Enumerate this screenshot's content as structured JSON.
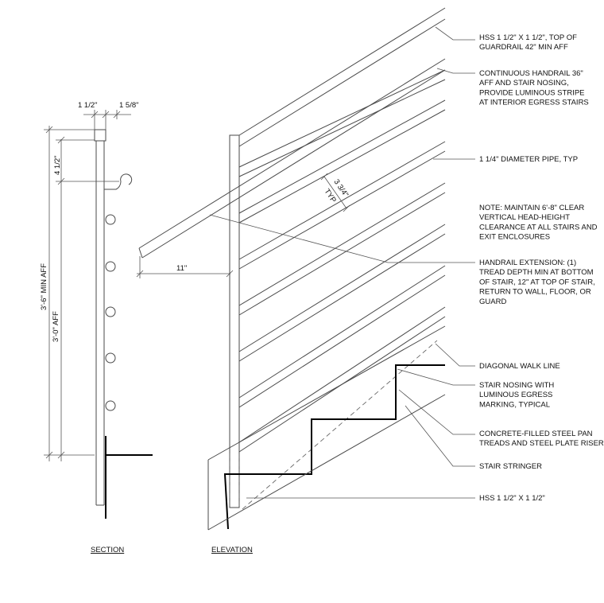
{
  "section_label": "SECTION",
  "elevation_label": "ELEVATION",
  "section_dims": {
    "post_width": "1 1/2\"",
    "rail_offset": "1 5/8\"",
    "top_gap": "4 1/2\"",
    "guard_height": "3'-6\" MIN AFF",
    "handrail_height": "3'-0\" AFF"
  },
  "elevation_dims": {
    "extension": "11\"",
    "pipe_spacing": "3 3/4\"",
    "pipe_spacing_note": "TYP"
  },
  "notes": [
    {
      "lines": [
        "HSS 1 1/2\" X 1 1/2\", TOP OF",
        "GUARDRAIL 42\" MIN AFF"
      ]
    },
    {
      "lines": [
        "CONTINUOUS HANDRAIL 36\"",
        "AFF AND STAIR NOSING,",
        "PROVIDE LUMINOUS STRIPE",
        "AT INTERIOR EGRESS STAIRS"
      ]
    },
    {
      "lines": [
        "1 1/4\" DIAMETER PIPE, TYP"
      ]
    },
    {
      "lines": [
        "NOTE: MAINTAIN 6'-8\" CLEAR",
        "VERTICAL HEAD-HEIGHT",
        "CLEARANCE AT ALL STAIRS AND",
        "EXIT ENCLOSURES"
      ]
    },
    {
      "lines": [
        "HANDRAIL EXTENSION: (1)",
        "TREAD DEPTH MIN AT BOTTOM",
        "OF STAIR, 12\" AT TOP OF STAIR,",
        "RETURN TO WALL, FLOOR, OR",
        "GUARD"
      ]
    },
    {
      "lines": [
        "DIAGONAL WALK LINE"
      ]
    },
    {
      "lines": [
        "STAIR NOSING WITH",
        "LUMINOUS EGRESS",
        "MARKING, TYPICAL"
      ]
    },
    {
      "lines": [
        "CONCRETE-FILLED STEEL PAN",
        "TREADS AND STEEL PLATE RISERS"
      ]
    },
    {
      "lines": [
        "STAIR STRINGER"
      ]
    },
    {
      "lines": [
        "HSS 1 1/2\" X 1 1/2\""
      ]
    }
  ]
}
